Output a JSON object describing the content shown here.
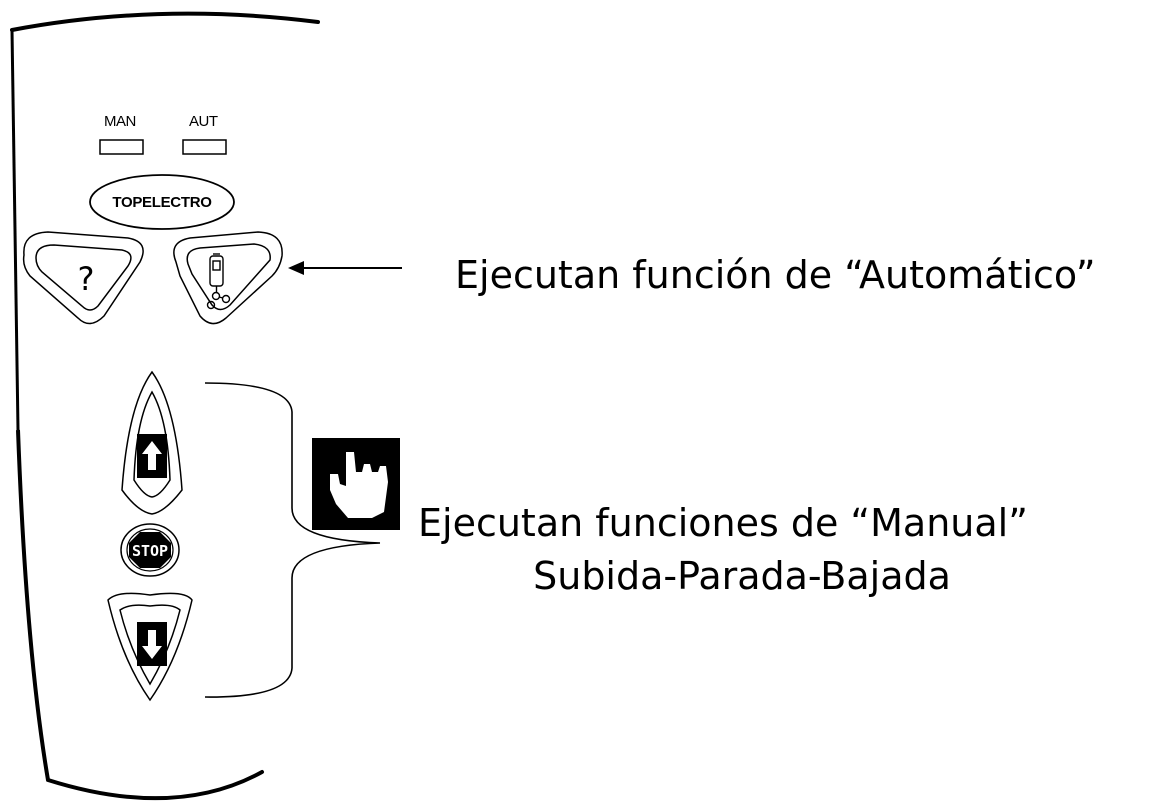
{
  "remote": {
    "indicators": [
      {
        "label": "MAN"
      },
      {
        "label": "AUT"
      }
    ],
    "brand": "TOPELECTRO",
    "help_symbol": "?",
    "stop_label": "STOP",
    "icons": {
      "help": "question-mark-icon",
      "auto": "pump-tank-icon",
      "up": "arrow-up-icon",
      "stop": "stop-octagon-icon",
      "down": "arrow-down-icon",
      "hand": "pointing-hand-icon"
    }
  },
  "annotations": {
    "automatic": "Ejecutan función de “Automático”",
    "manual_line1": "Ejecutan funciones de “Manual”",
    "manual_line2": "Subida-Parada-Bajada"
  },
  "colors": {
    "ink": "#000000",
    "paper": "#ffffff"
  }
}
